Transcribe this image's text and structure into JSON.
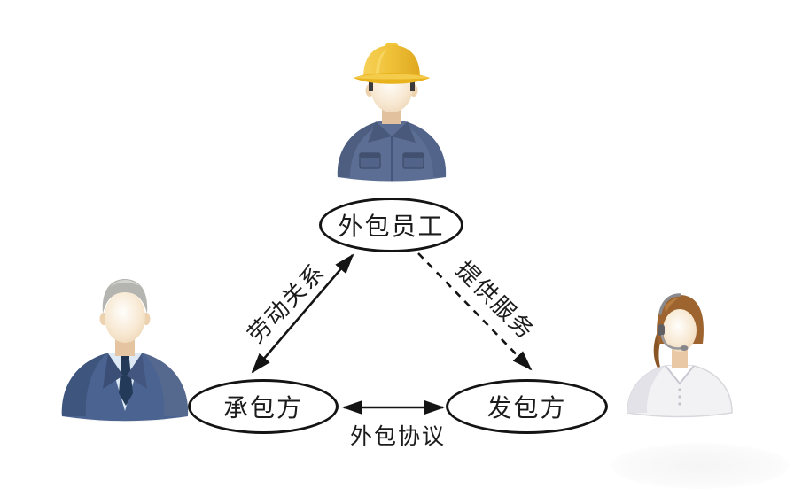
{
  "diagram": {
    "nodes": [
      {
        "id": "outsourced-employee",
        "label": "外包员工"
      },
      {
        "id": "contractor",
        "label": "承包方"
      },
      {
        "id": "client",
        "label": "发包方"
      }
    ],
    "edges": [
      {
        "id": "labor-relation",
        "label": "劳动关系",
        "from": "contractor",
        "to": "outsourced-employee",
        "style": "solid",
        "arrows": "both"
      },
      {
        "id": "provide-service",
        "label": "提供服务",
        "from": "outsourced-employee",
        "to": "client",
        "style": "dashed",
        "arrows": "end"
      },
      {
        "id": "outsourcing-agreement",
        "label": "外包协议",
        "from": "contractor",
        "to": "client",
        "style": "solid",
        "arrows": "both"
      }
    ],
    "figures": [
      {
        "id": "construction-worker",
        "desc": "worker avatar with yellow hard hat and blue shirt"
      },
      {
        "id": "businessman",
        "desc": "gray-haired man in blue suit with tie"
      },
      {
        "id": "support-agent",
        "desc": "woman with headset and white blouse"
      }
    ],
    "colors": {
      "line": "#141414",
      "node_border": "#141414",
      "hard_hat_yellow": "#f0c23a",
      "worker_shirt_blue": "#5c6e93",
      "suit_blue": "#4b6390",
      "tie_navy": "#233a58",
      "shirt_light_blue": "#dde9f4",
      "blouse_white": "#f2f2f5",
      "hair_gray": "#b4b4b0",
      "hair_auburn": "#9d6430",
      "skin": "#f2ddc1"
    }
  }
}
